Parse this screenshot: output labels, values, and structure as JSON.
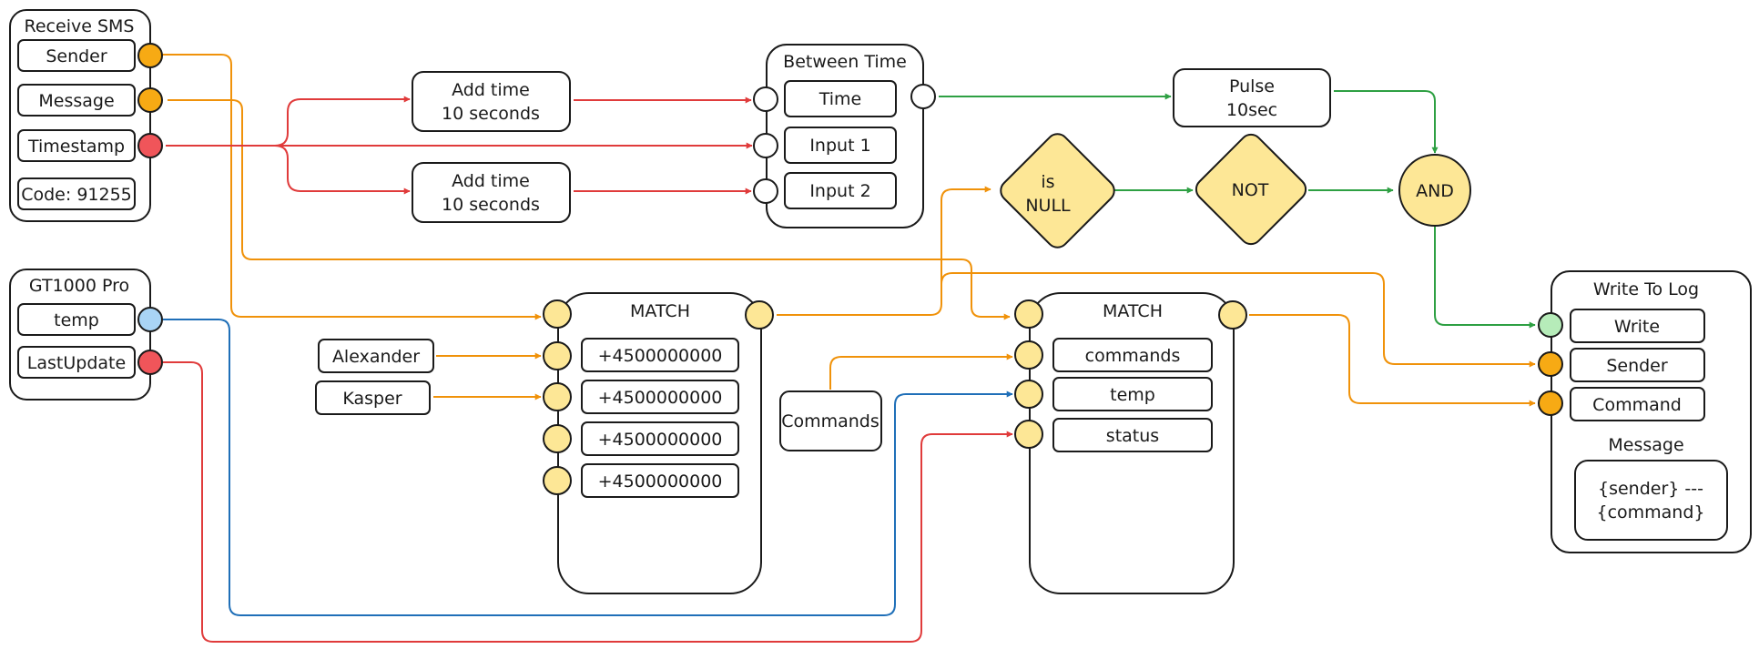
{
  "colors": {
    "orange": "#f0920a",
    "red": "#e03b3b",
    "green": "#2ea043",
    "blue": "#1f6fb8",
    "port_orange": "#f7aa14",
    "port_red": "#f0555a",
    "port_blue": "#a9d4f5",
    "port_green": "#b6ecb9",
    "port_yellow": "#fde796",
    "port_white": "#ffffff",
    "logic_fill": "#fde796"
  },
  "receive_sms": {
    "title": "Receive SMS",
    "sender": "Sender",
    "message": "Message",
    "timestamp": "Timestamp",
    "code": "Code: 91255"
  },
  "gt1000": {
    "title": "GT1000 Pro",
    "temp": "temp",
    "last_update": "LastUpdate"
  },
  "add_time_1": {
    "line1": "Add time",
    "line2": "10 seconds"
  },
  "add_time_2": {
    "line1": "Add time",
    "line2": "10 seconds"
  },
  "between_time": {
    "title": "Between Time",
    "time": "Time",
    "input1": "Input 1",
    "input2": "Input 2"
  },
  "pulse": {
    "line1": "Pulse",
    "line2": "10sec"
  },
  "is_null": {
    "line1": "is",
    "line2": "NULL"
  },
  "not_gate": {
    "label": "NOT"
  },
  "and_gate": {
    "label": "AND"
  },
  "match_1": {
    "title": "MATCH",
    "values": [
      "+4500000000",
      "+4500000000",
      "+4500000000",
      "+4500000000"
    ]
  },
  "match_2": {
    "title": "MATCH",
    "values": [
      "commands",
      "temp",
      "status"
    ]
  },
  "names": {
    "alexander": "Alexander",
    "kasper": "Kasper"
  },
  "commands_node": {
    "label": "Commands"
  },
  "write_to_log": {
    "title": "Write To Log",
    "write": "Write",
    "sender": "Sender",
    "command": "Command",
    "message_label": "Message",
    "message_line1": "{sender} ---",
    "message_line2": "{command}"
  }
}
